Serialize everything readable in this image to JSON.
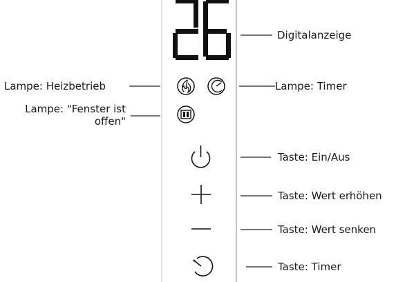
{
  "display": {
    "value": "26"
  },
  "labels": {
    "digitalanzeige": "Digitalanzeige",
    "lampe_heizbetrieb": "Lampe: Heizbetrieb",
    "lampe_fenster_line1": "Lampe: \"Fenster ist",
    "lampe_fenster_line2": "offen\"",
    "lampe_timer": "Lampe: Timer",
    "taste_ein_aus": "Taste: Ein/Aus",
    "taste_wert_erhoehen": "Taste: Wert erhöhen",
    "taste_wert_senken": "Taste: Wert senken",
    "taste_timer": "Taste: Timer"
  },
  "colors": {
    "ink": "#111111",
    "line": "#222222",
    "panel_edge": "#9a9a9a"
  },
  "icons": {
    "heating_lamp": "flame-icon",
    "timer_lamp": "timer-lamp-icon",
    "window_lamp": "window-open-icon",
    "power_button": "power-icon",
    "plus_button": "plus-icon",
    "minus_button": "minus-icon",
    "timer_button": "timer-icon"
  }
}
